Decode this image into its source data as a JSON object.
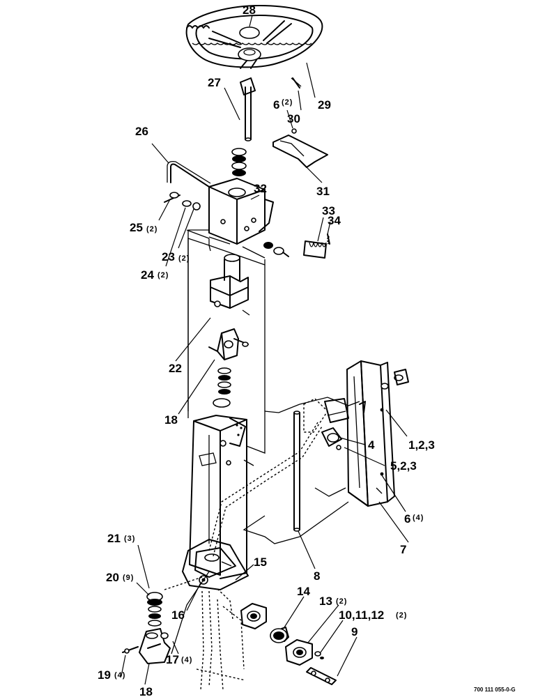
{
  "diagram": {
    "document_id": "700 111 055-0-G",
    "callouts": [
      {
        "id": "c28",
        "number": "28",
        "qty": ""
      },
      {
        "id": "c29",
        "number": "29",
        "qty": ""
      },
      {
        "id": "c27",
        "number": "27",
        "qty": ""
      },
      {
        "id": "c30",
        "number": "30",
        "qty": ""
      },
      {
        "id": "c6a",
        "number": "6",
        "qty": "(2)"
      },
      {
        "id": "c26",
        "number": "26",
        "qty": ""
      },
      {
        "id": "c31",
        "number": "31",
        "qty": ""
      },
      {
        "id": "c32",
        "number": "32",
        "qty": ""
      },
      {
        "id": "c33",
        "number": "33",
        "qty": ""
      },
      {
        "id": "c34",
        "number": "34",
        "qty": ""
      },
      {
        "id": "c25",
        "number": "25",
        "qty": "(2)"
      },
      {
        "id": "c23",
        "number": "23",
        "qty": "(2)"
      },
      {
        "id": "c24",
        "number": "24",
        "qty": "(2)"
      },
      {
        "id": "c22",
        "number": "22",
        "qty": ""
      },
      {
        "id": "c18a",
        "number": "18",
        "qty": ""
      },
      {
        "id": "c4",
        "number": "4",
        "qty": ""
      },
      {
        "id": "c123",
        "number": "1,2,3",
        "qty": ""
      },
      {
        "id": "c523",
        "number": "5,2,3",
        "qty": ""
      },
      {
        "id": "c6b",
        "number": "6",
        "qty": "(4)"
      },
      {
        "id": "c7",
        "number": "7",
        "qty": ""
      },
      {
        "id": "c8",
        "number": "8",
        "qty": ""
      },
      {
        "id": "c21",
        "number": "21",
        "qty": "(3)"
      },
      {
        "id": "c15",
        "number": "15",
        "qty": ""
      },
      {
        "id": "c20",
        "number": "20",
        "qty": "(9)"
      },
      {
        "id": "c14",
        "number": "14",
        "qty": ""
      },
      {
        "id": "c13",
        "number": "13",
        "qty": "(2)"
      },
      {
        "id": "c16",
        "number": "16",
        "qty": ""
      },
      {
        "id": "c101112",
        "number": "10,11,12",
        "qty": "(2)"
      },
      {
        "id": "c9",
        "number": "9",
        "qty": ""
      },
      {
        "id": "c17",
        "number": "17",
        "qty": "(4)"
      },
      {
        "id": "c19",
        "number": "19",
        "qty": "(4)"
      },
      {
        "id": "c18b",
        "number": "18",
        "qty": ""
      }
    ]
  }
}
